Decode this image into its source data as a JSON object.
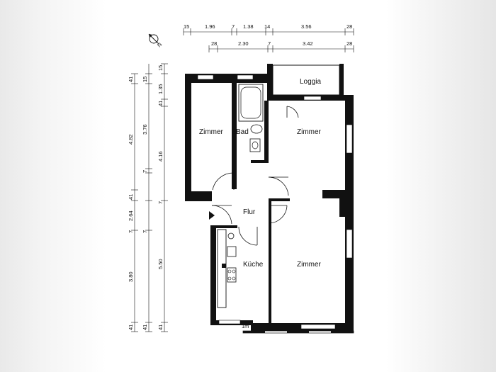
{
  "rooms": {
    "zimmer_left": "Zimmer",
    "bad": "Bad",
    "loggia": "Loggia",
    "zimmer_upper_right": "Zimmer",
    "flur": "Flur",
    "kueche": "Küche",
    "zimmer_lower_right": "Zimmer"
  },
  "top_dimensions": {
    "row1": [
      "15",
      "1.96",
      "7",
      "1.38",
      "14",
      "3.56",
      "28"
    ],
    "row2": [
      "28",
      "2.30",
      "7",
      "3.42",
      "28"
    ]
  },
  "left_dimensions": {
    "outer": [
      "41",
      "4.82",
      "41",
      "2.64",
      "7",
      "3.80",
      "41"
    ],
    "inner": [
      "15",
      "1.35",
      "41",
      "3.76",
      "7",
      "4.16",
      "7",
      "5.50",
      "41"
    ]
  },
  "scale_label": "1m",
  "icons": {
    "north": "north-arrow-icon"
  }
}
